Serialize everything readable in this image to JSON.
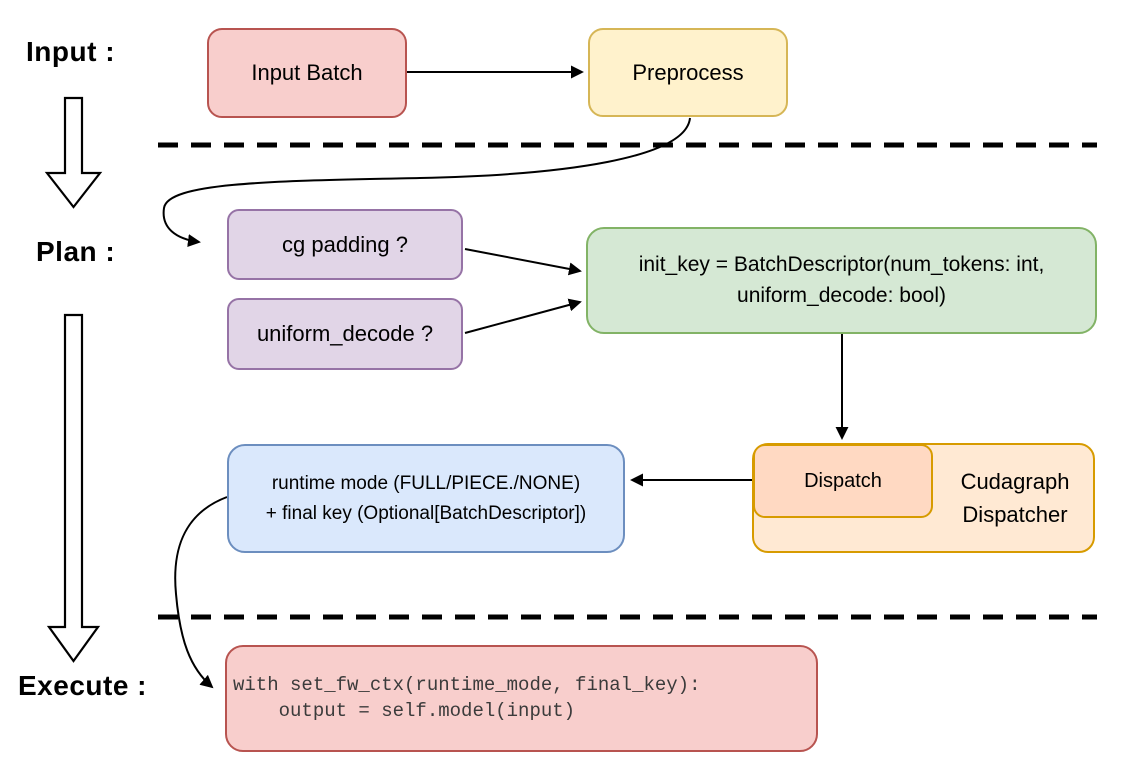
{
  "labels": {
    "input": "Input :",
    "plan": "Plan :",
    "execute": "Execute :"
  },
  "nodes": {
    "input_batch": {
      "label": "Input Batch",
      "fill": "#f8cecc",
      "stroke": "#b85450"
    },
    "preprocess": {
      "label": "Preprocess",
      "fill": "#fff2cc",
      "stroke": "#d6b656"
    },
    "cg_padding": {
      "label": "cg padding ?",
      "fill": "#e1d5e7",
      "stroke": "#9673a6"
    },
    "uniform_decode": {
      "label": "uniform_decode ?",
      "fill": "#e1d5e7",
      "stroke": "#9673a6"
    },
    "init_key": {
      "line1": "init_key = BatchDescriptor(num_tokens: int,",
      "line2": "uniform_decode: bool)",
      "fill": "#d5e8d4",
      "stroke": "#82b366"
    },
    "cudagraph_dispatcher": {
      "line1": "Cudagraph",
      "line2": "Dispatcher",
      "fill": "#ffe9d3",
      "stroke": "#d79b00"
    },
    "dispatch": {
      "label": "Dispatch",
      "fill": "#ffd9c2",
      "stroke": "#d79b00"
    },
    "runtime_mode": {
      "line1": "runtime mode (FULL/PIECE./NONE)",
      "line2": "+ final key (Optional[BatchDescriptor])",
      "fill": "#dae8fc",
      "stroke": "#6c8ebf"
    },
    "execute_code": {
      "line1": "with set_fw_ctx(runtime_mode, final_key):",
      "line2": "    output = self.model(input)",
      "fill": "#f8cecc",
      "stroke": "#b85450",
      "text_color": "#3b3b3b"
    }
  },
  "divider_color": "#000000",
  "arrow_color": "#000000"
}
